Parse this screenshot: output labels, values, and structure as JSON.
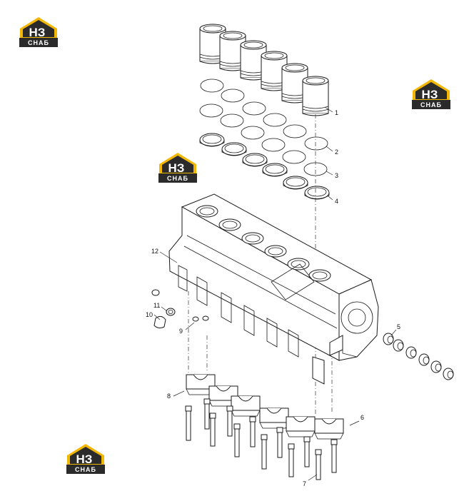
{
  "logo": {
    "top_text": "НЗ",
    "bottom_text": "СНАБ",
    "accent_color": "#f2b705",
    "dark_color": "#2b2b2b"
  },
  "callouts": [
    "1",
    "2",
    "3",
    "4",
    "5",
    "6",
    "7",
    "8",
    "9",
    "10",
    "11",
    "12"
  ]
}
